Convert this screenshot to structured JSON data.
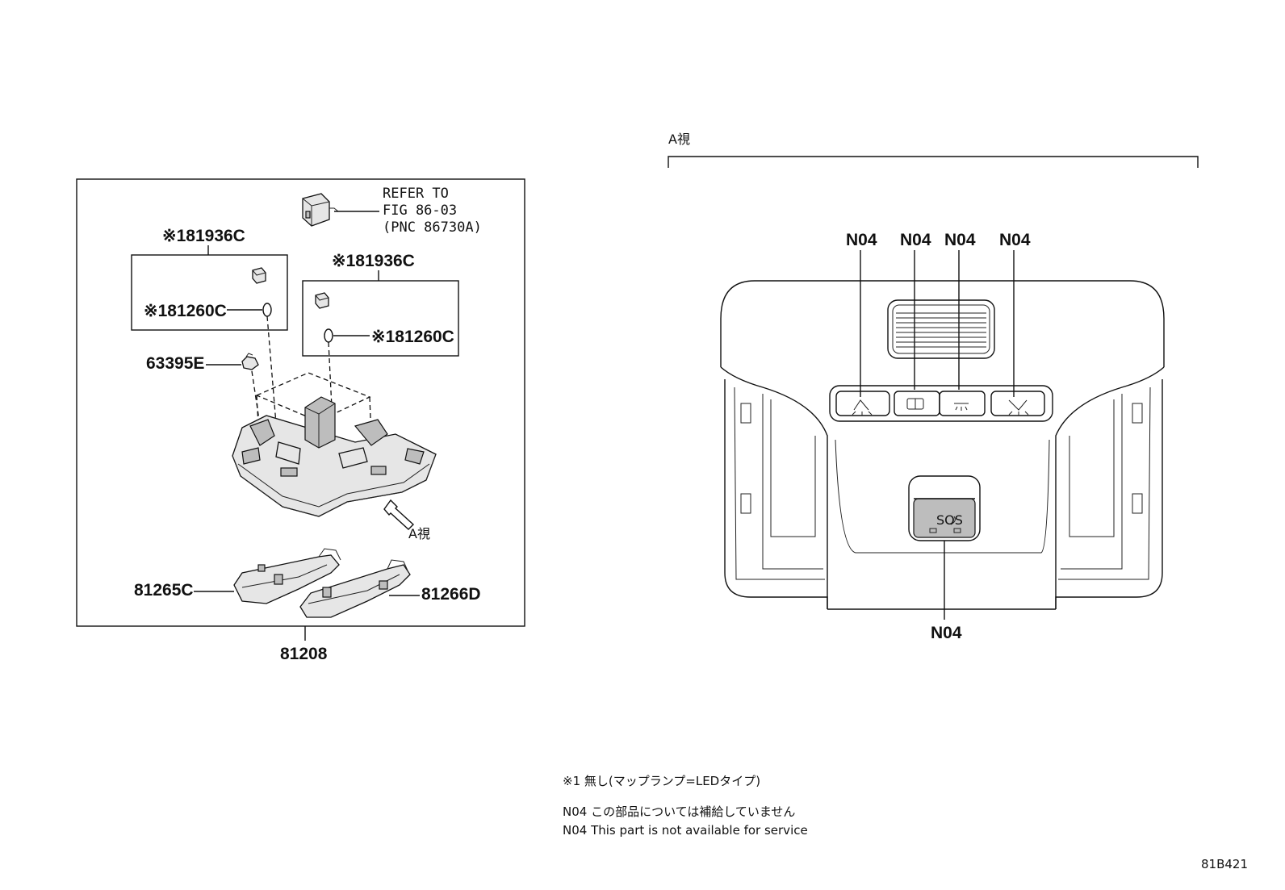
{
  "left_panel": {
    "refer_line1": "REFER TO",
    "refer_line2": "FIG 86-03",
    "refer_line3": "(PNC 86730A)",
    "box1_title": "※181936C",
    "box1_bulb": "※181260C",
    "box2_title": "※181936C",
    "box2_bulb": "※181260C",
    "part_63395E": "63395E",
    "view_arrow": "A視",
    "part_81265C": "81265C",
    "part_81266D": "81266D",
    "assembly": "81208"
  },
  "right_panel": {
    "view_title": "A視",
    "callouts": [
      "N04",
      "N04",
      "N04",
      "N04"
    ],
    "bottom_callout": "N04",
    "sos_label": "SOS"
  },
  "notes": {
    "note1": "※1 無し(マップランプ=LEDタイプ)",
    "note2": "N04 この部品については補給していません",
    "note3": "N04 This part is not available for service"
  },
  "diagram_id": "81B421"
}
